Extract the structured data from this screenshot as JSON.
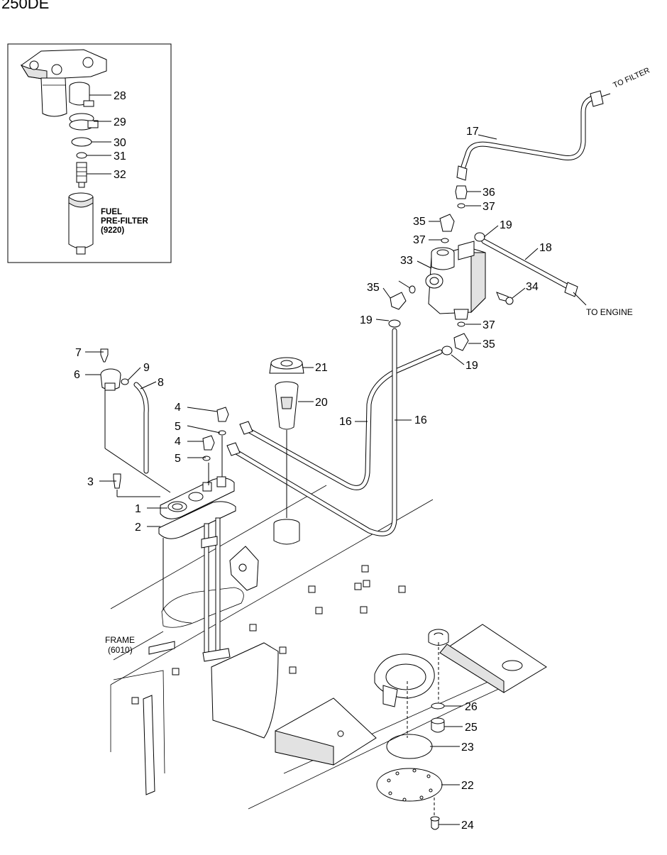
{
  "diagram": {
    "model": "250DE",
    "inset": {
      "callouts": [
        {
          "num": "28"
        },
        {
          "num": "29"
        },
        {
          "num": "30"
        },
        {
          "num": "31"
        },
        {
          "num": "32"
        }
      ],
      "label_line1": "FUEL",
      "label_line2": "PRE-FILTER",
      "label_line3": "(9220)"
    },
    "labels": {
      "to_filter": "TO FILTER",
      "to_engine": "TO ENGINE",
      "frame_line1": "FRAME",
      "frame_line2": "(6010)"
    },
    "callouts": [
      {
        "num": "1"
      },
      {
        "num": "2"
      },
      {
        "num": "3"
      },
      {
        "num": "4"
      },
      {
        "num": "4"
      },
      {
        "num": "5"
      },
      {
        "num": "5"
      },
      {
        "num": "6"
      },
      {
        "num": "7"
      },
      {
        "num": "8"
      },
      {
        "num": "9"
      },
      {
        "num": "16"
      },
      {
        "num": "16"
      },
      {
        "num": "17"
      },
      {
        "num": "18"
      },
      {
        "num": "19"
      },
      {
        "num": "19"
      },
      {
        "num": "19"
      },
      {
        "num": "20"
      },
      {
        "num": "21"
      },
      {
        "num": "22"
      },
      {
        "num": "23"
      },
      {
        "num": "24"
      },
      {
        "num": "25"
      },
      {
        "num": "26"
      },
      {
        "num": "33"
      },
      {
        "num": "34"
      },
      {
        "num": "35"
      },
      {
        "num": "35"
      },
      {
        "num": "35"
      },
      {
        "num": "36"
      },
      {
        "num": "37"
      },
      {
        "num": "37"
      },
      {
        "num": "37"
      }
    ]
  }
}
